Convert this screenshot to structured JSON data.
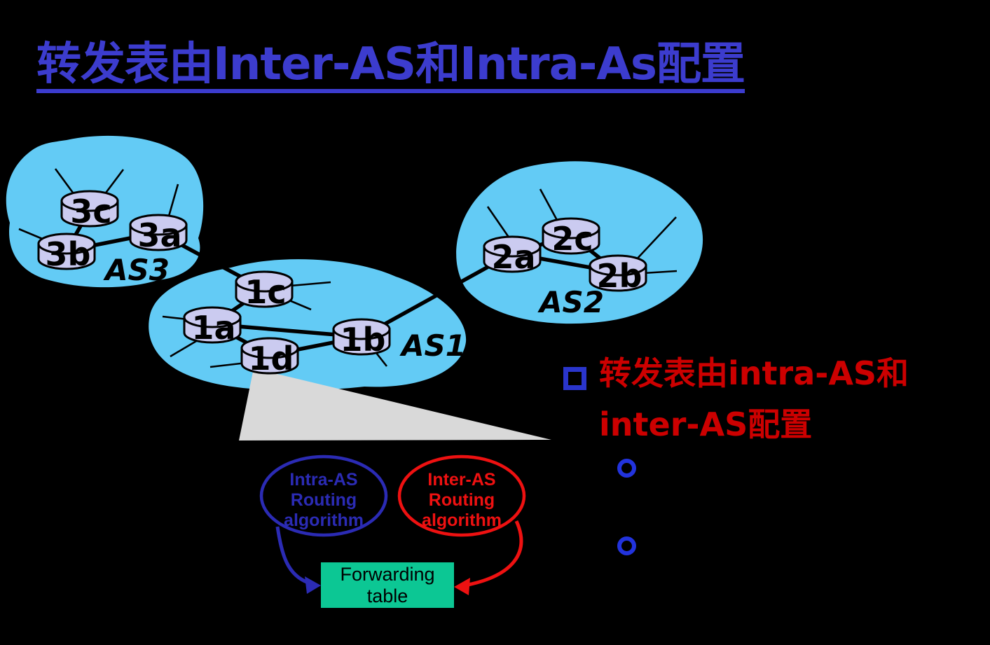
{
  "slide": {
    "title": "转发表由Inter-AS和Intra-As配置",
    "background_color": "#000000",
    "title_color": "#3C3CCE"
  },
  "diagram": {
    "colors": {
      "cloud": "#63CBF5",
      "router_fill": "#CBCBF0",
      "link": "#000000",
      "wedge": "#D9D9D9"
    },
    "as_labels": [
      "AS3",
      "AS1",
      "AS2"
    ],
    "routers": [
      {
        "id": "3c",
        "label": "3c"
      },
      {
        "id": "3b",
        "label": "3b"
      },
      {
        "id": "3a",
        "label": "3a"
      },
      {
        "id": "1c",
        "label": "1c"
      },
      {
        "id": "1a",
        "label": "1a"
      },
      {
        "id": "1d",
        "label": "1d"
      },
      {
        "id": "1b",
        "label": "1b"
      },
      {
        "id": "2a",
        "label": "2a"
      },
      {
        "id": "2c",
        "label": "2c"
      },
      {
        "id": "2b",
        "label": "2b"
      }
    ]
  },
  "callout": {
    "intra": {
      "lines": [
        "Intra-AS",
        "Routing",
        "algorithm"
      ],
      "color": "#2B2BB4"
    },
    "inter": {
      "lines": [
        "Inter-AS",
        "Routing",
        "algorithm"
      ],
      "color": "#EE1111"
    },
    "forwarding": {
      "lines": [
        "Forwarding",
        "table"
      ],
      "bg_color": "#0CC794",
      "text_color": "#000000"
    }
  },
  "bullets": {
    "main": {
      "lines": [
        "转发表由intra-AS和",
        "inter-AS配置"
      ],
      "color": "#CC0000"
    },
    "marker_color": "#2A35CC"
  }
}
